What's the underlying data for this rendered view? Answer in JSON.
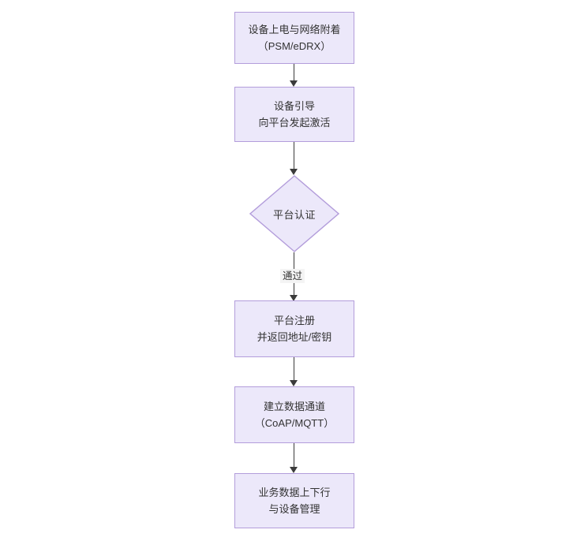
{
  "diagram": {
    "type": "flowchart",
    "orientation": "top-to-bottom",
    "background_color": "#ffffff",
    "node_fill_color": "#ece8fa",
    "node_border_color": "#b39ddb",
    "node_text_color": "#333333",
    "connector_color": "#3b3b3b",
    "edge_label_background": "#f4f4f4",
    "nodes": [
      {
        "id": "poweron",
        "shape": "rectangle",
        "line1": "设备上电与网络附着",
        "line2": "（PSM/eDRX）",
        "text": "设备上电与网络附着\n（PSM/eDRX）"
      },
      {
        "id": "boot",
        "shape": "rectangle",
        "line1": "设备引导",
        "line2": "向平台发起激活",
        "text": "设备引导\n向平台发起激活"
      },
      {
        "id": "auth",
        "shape": "diamond",
        "line1": "平台认证",
        "text": "平台认证"
      },
      {
        "id": "register",
        "shape": "rectangle",
        "line1": "平台注册",
        "line2": "并返回地址/密钥",
        "text": "平台注册\n并返回地址/密钥"
      },
      {
        "id": "channel",
        "shape": "rectangle",
        "line1": "建立数据通道",
        "line2": "（CoAP/MQTT）",
        "text": "建立数据通道\n（CoAP/MQTT）"
      },
      {
        "id": "service",
        "shape": "rectangle",
        "line1": "业务数据上下行",
        "line2": "与设备管理",
        "text": "业务数据上下行\n与设备管理"
      }
    ],
    "edges": [
      {
        "id": "e1",
        "from": "poweron",
        "to": "boot",
        "label": ""
      },
      {
        "id": "e2",
        "from": "boot",
        "to": "auth",
        "label": ""
      },
      {
        "id": "e3",
        "from": "auth",
        "to": "register",
        "label": "通过"
      },
      {
        "id": "e4",
        "from": "register",
        "to": "channel",
        "label": ""
      },
      {
        "id": "e5",
        "from": "channel",
        "to": "service",
        "label": ""
      }
    ]
  }
}
